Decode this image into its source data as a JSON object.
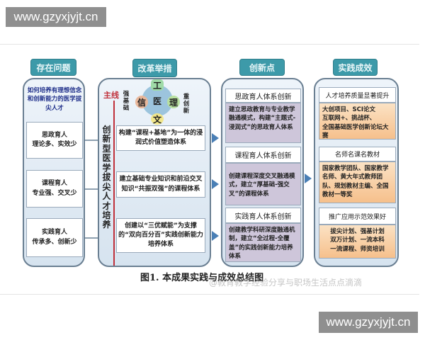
{
  "watermarks": {
    "top": "www.gzyxjyjt.cn",
    "bottom": "www.gzyxjyjt.cn",
    "overlay": "@教育教学经验分享与职场生活点点滴滴"
  },
  "columns": {
    "problems": {
      "header": "存在问题",
      "question": "如何培养有理想信念和创新能力的医学拔尖人才",
      "items": [
        "思政育人\n理论多、实效少",
        "课程育人\n专业强、交叉少",
        "实践育人\n传承多、创新少"
      ]
    },
    "reforms": {
      "header": "改革举措",
      "main_line": "主线",
      "center": "医",
      "top": "工",
      "left": "信",
      "right": "理",
      "bottom": "文",
      "left_note": "强基础",
      "right_note": "重创新",
      "vertical_title": "创新型医学拔尖人才培养",
      "items": [
        "构建“课程+基地”为一体的浸润式价值塑造体系",
        "建立基础专业知识和前沿交叉知识“共振双强”的课程体系",
        "创建以“三优赋能”为支撑的“双向百分百”实践创新能力培养体系"
      ]
    },
    "innovations": {
      "header": "创新点",
      "items": [
        {
          "title": "思政育人体系创新",
          "text": "建立思政教育与专业教学融通模式，构建“主题式-浸润式”的思政育人体系"
        },
        {
          "title": "课程育人体系创新",
          "text": "创建课程深度交叉融通模式，建立“厚基础-强交叉”的课程体系"
        },
        {
          "title": "实践育人体系创新",
          "text": "创建教学科研深度融通机制，建立“全过程-全覆盖”的实践创新能力培养体系"
        }
      ]
    },
    "results": {
      "header": "实践成效",
      "items": [
        {
          "title": "人才培养质量显著提升",
          "text": "大创项目、SCI论文\n互联网+、挑战杯、\n全国基础医学创新论坛大赛"
        },
        {
          "title": "名师名课名教材",
          "text": "国家教学团队、国家教学名师、黄大年式教师团队、规划教材主编、全国教材一等奖"
        },
        {
          "title": "推广应用示范效果好",
          "text": "拔尖计划、强基计划\n双万计划、一流本科\n一流课程、师资培训"
        }
      ]
    }
  },
  "caption": "图1. 本成果实践与成效总结图",
  "colors": {
    "header": "#3d9aa9",
    "column_bg": "#dce8f3",
    "innovation_box": "#cec6da",
    "result_box": "#f6c08c",
    "arrow": "#4a7fb5",
    "main_line": "#c0303a"
  }
}
